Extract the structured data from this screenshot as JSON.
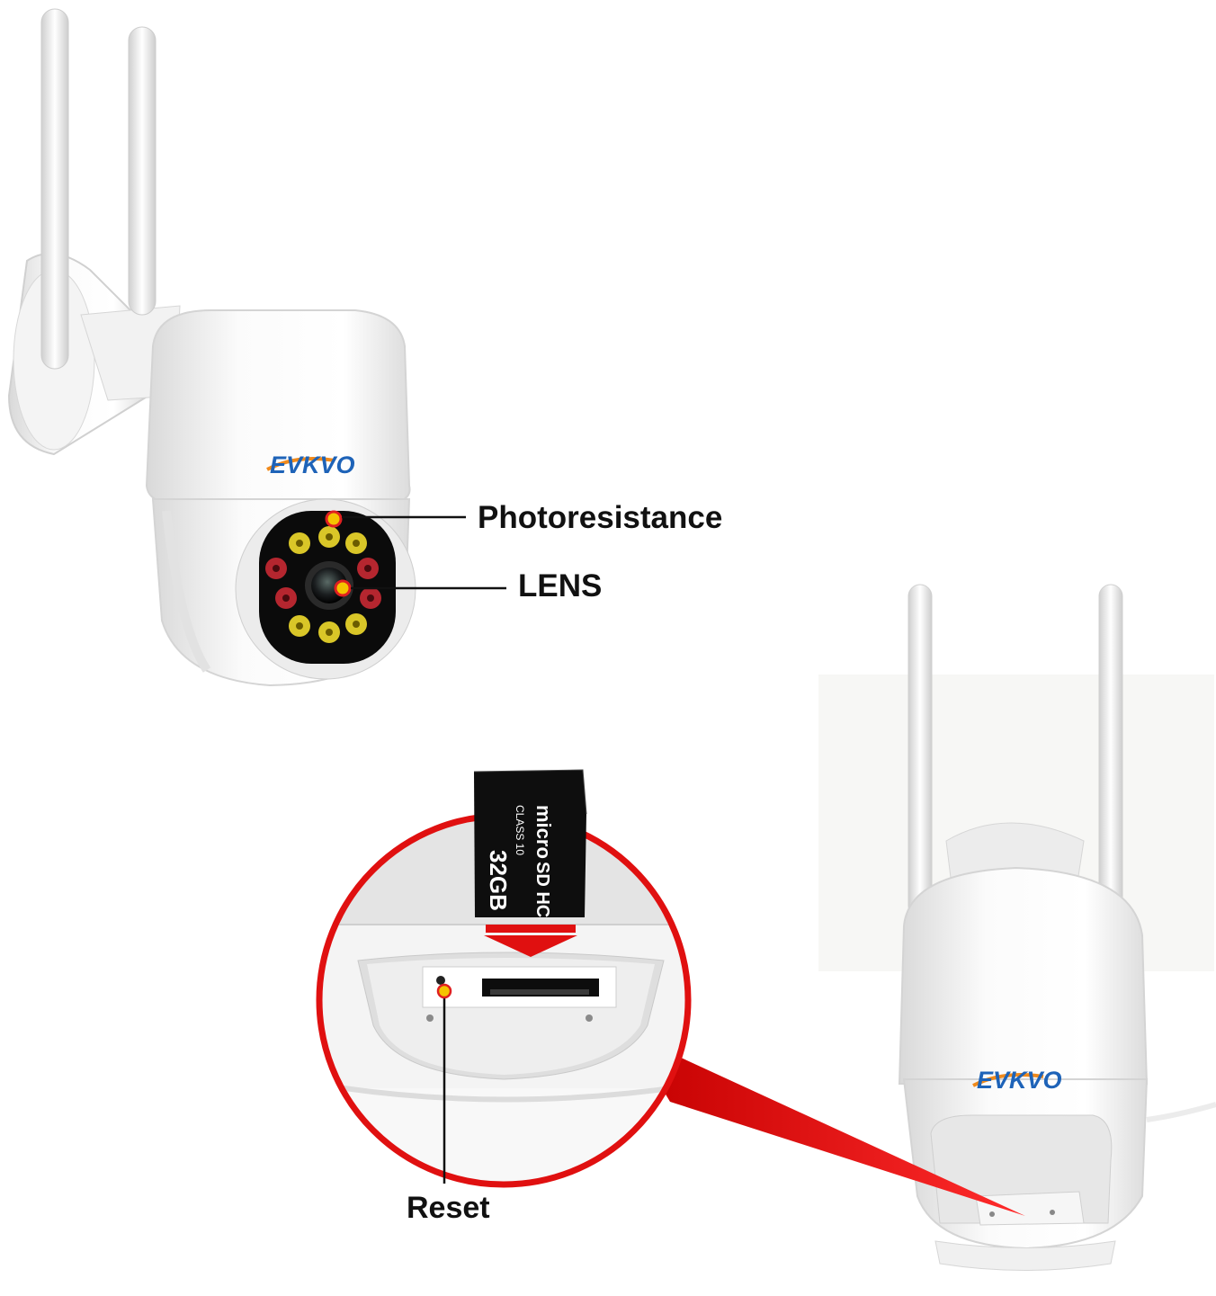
{
  "brand": {
    "logo_text": "EVKVO",
    "logo_colors": [
      "#1e63b8",
      "#f08a1c"
    ]
  },
  "callouts": {
    "photoresistance": "Photoresistance",
    "lens": "LENS",
    "reset": "Reset"
  },
  "sd_card": {
    "line1": "micro",
    "line2": "SD HC",
    "line3": "CLASS 10",
    "capacity": "32GB"
  },
  "colors": {
    "callout_dot": "#f5c400",
    "highlight": "#e01010",
    "led_warm": "#d9c628",
    "led_ir": "#b5262f"
  }
}
